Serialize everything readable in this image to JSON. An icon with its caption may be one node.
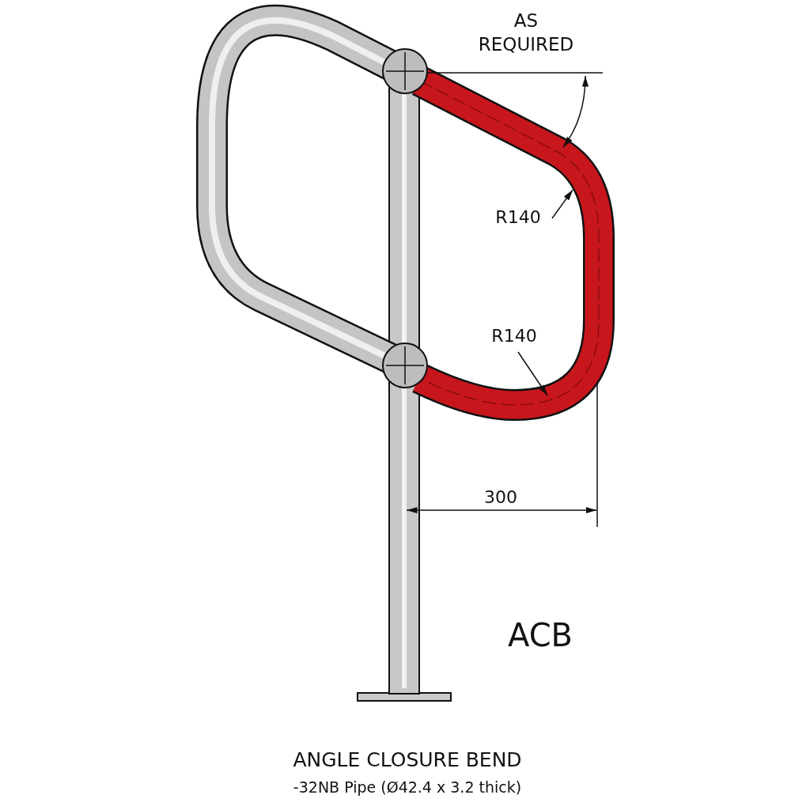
{
  "diagram": {
    "caption": "ANGLE CLOSURE BEND",
    "labels": [
      "AS REQUIRED",
      "R140",
      "R140",
      "300",
      "ACB",
      "-32NB Pipe (Ø42.4 x 3.2 thick)"
    ]
  }
}
